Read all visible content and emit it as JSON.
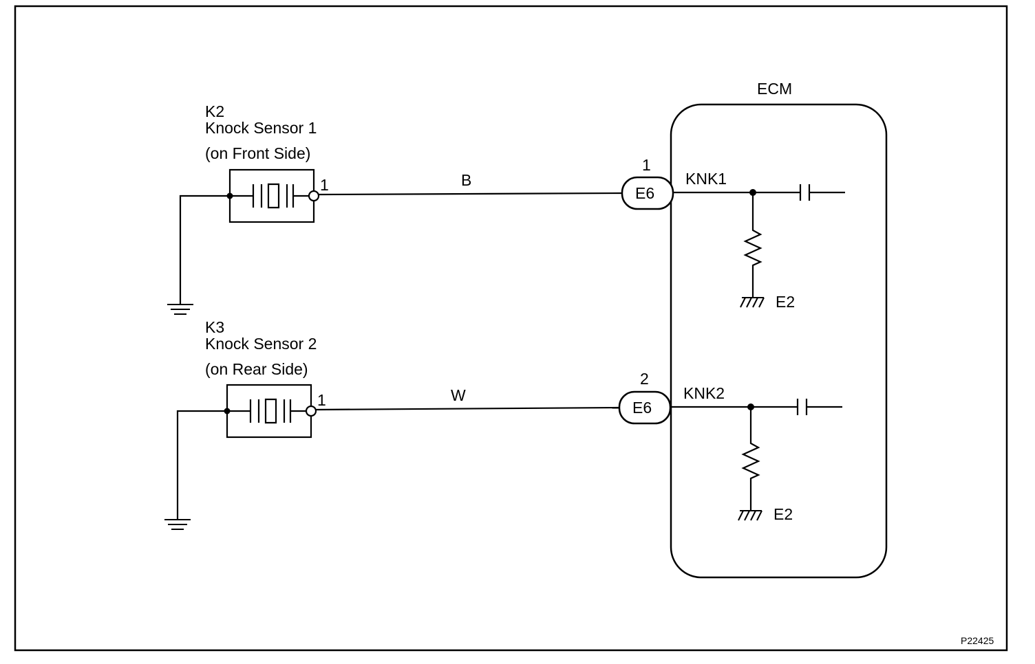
{
  "sensor1": {
    "code": "K2",
    "name": "Knock Sensor 1",
    "location": "(on Front Side)",
    "pin": "1",
    "wire_color": "B"
  },
  "sensor2": {
    "code": "K3",
    "name": "Knock Sensor 2",
    "location": "(on Rear Side)",
    "pin": "1",
    "wire_color": "W"
  },
  "ecm": {
    "title": "ECM",
    "connector1": {
      "pin": "1",
      "name": "E6",
      "signal": "KNK1",
      "ground": "E2"
    },
    "connector2": {
      "pin": "2",
      "name": "E6",
      "signal": "KNK2",
      "ground": "E2"
    }
  },
  "figure_code": "P22425"
}
